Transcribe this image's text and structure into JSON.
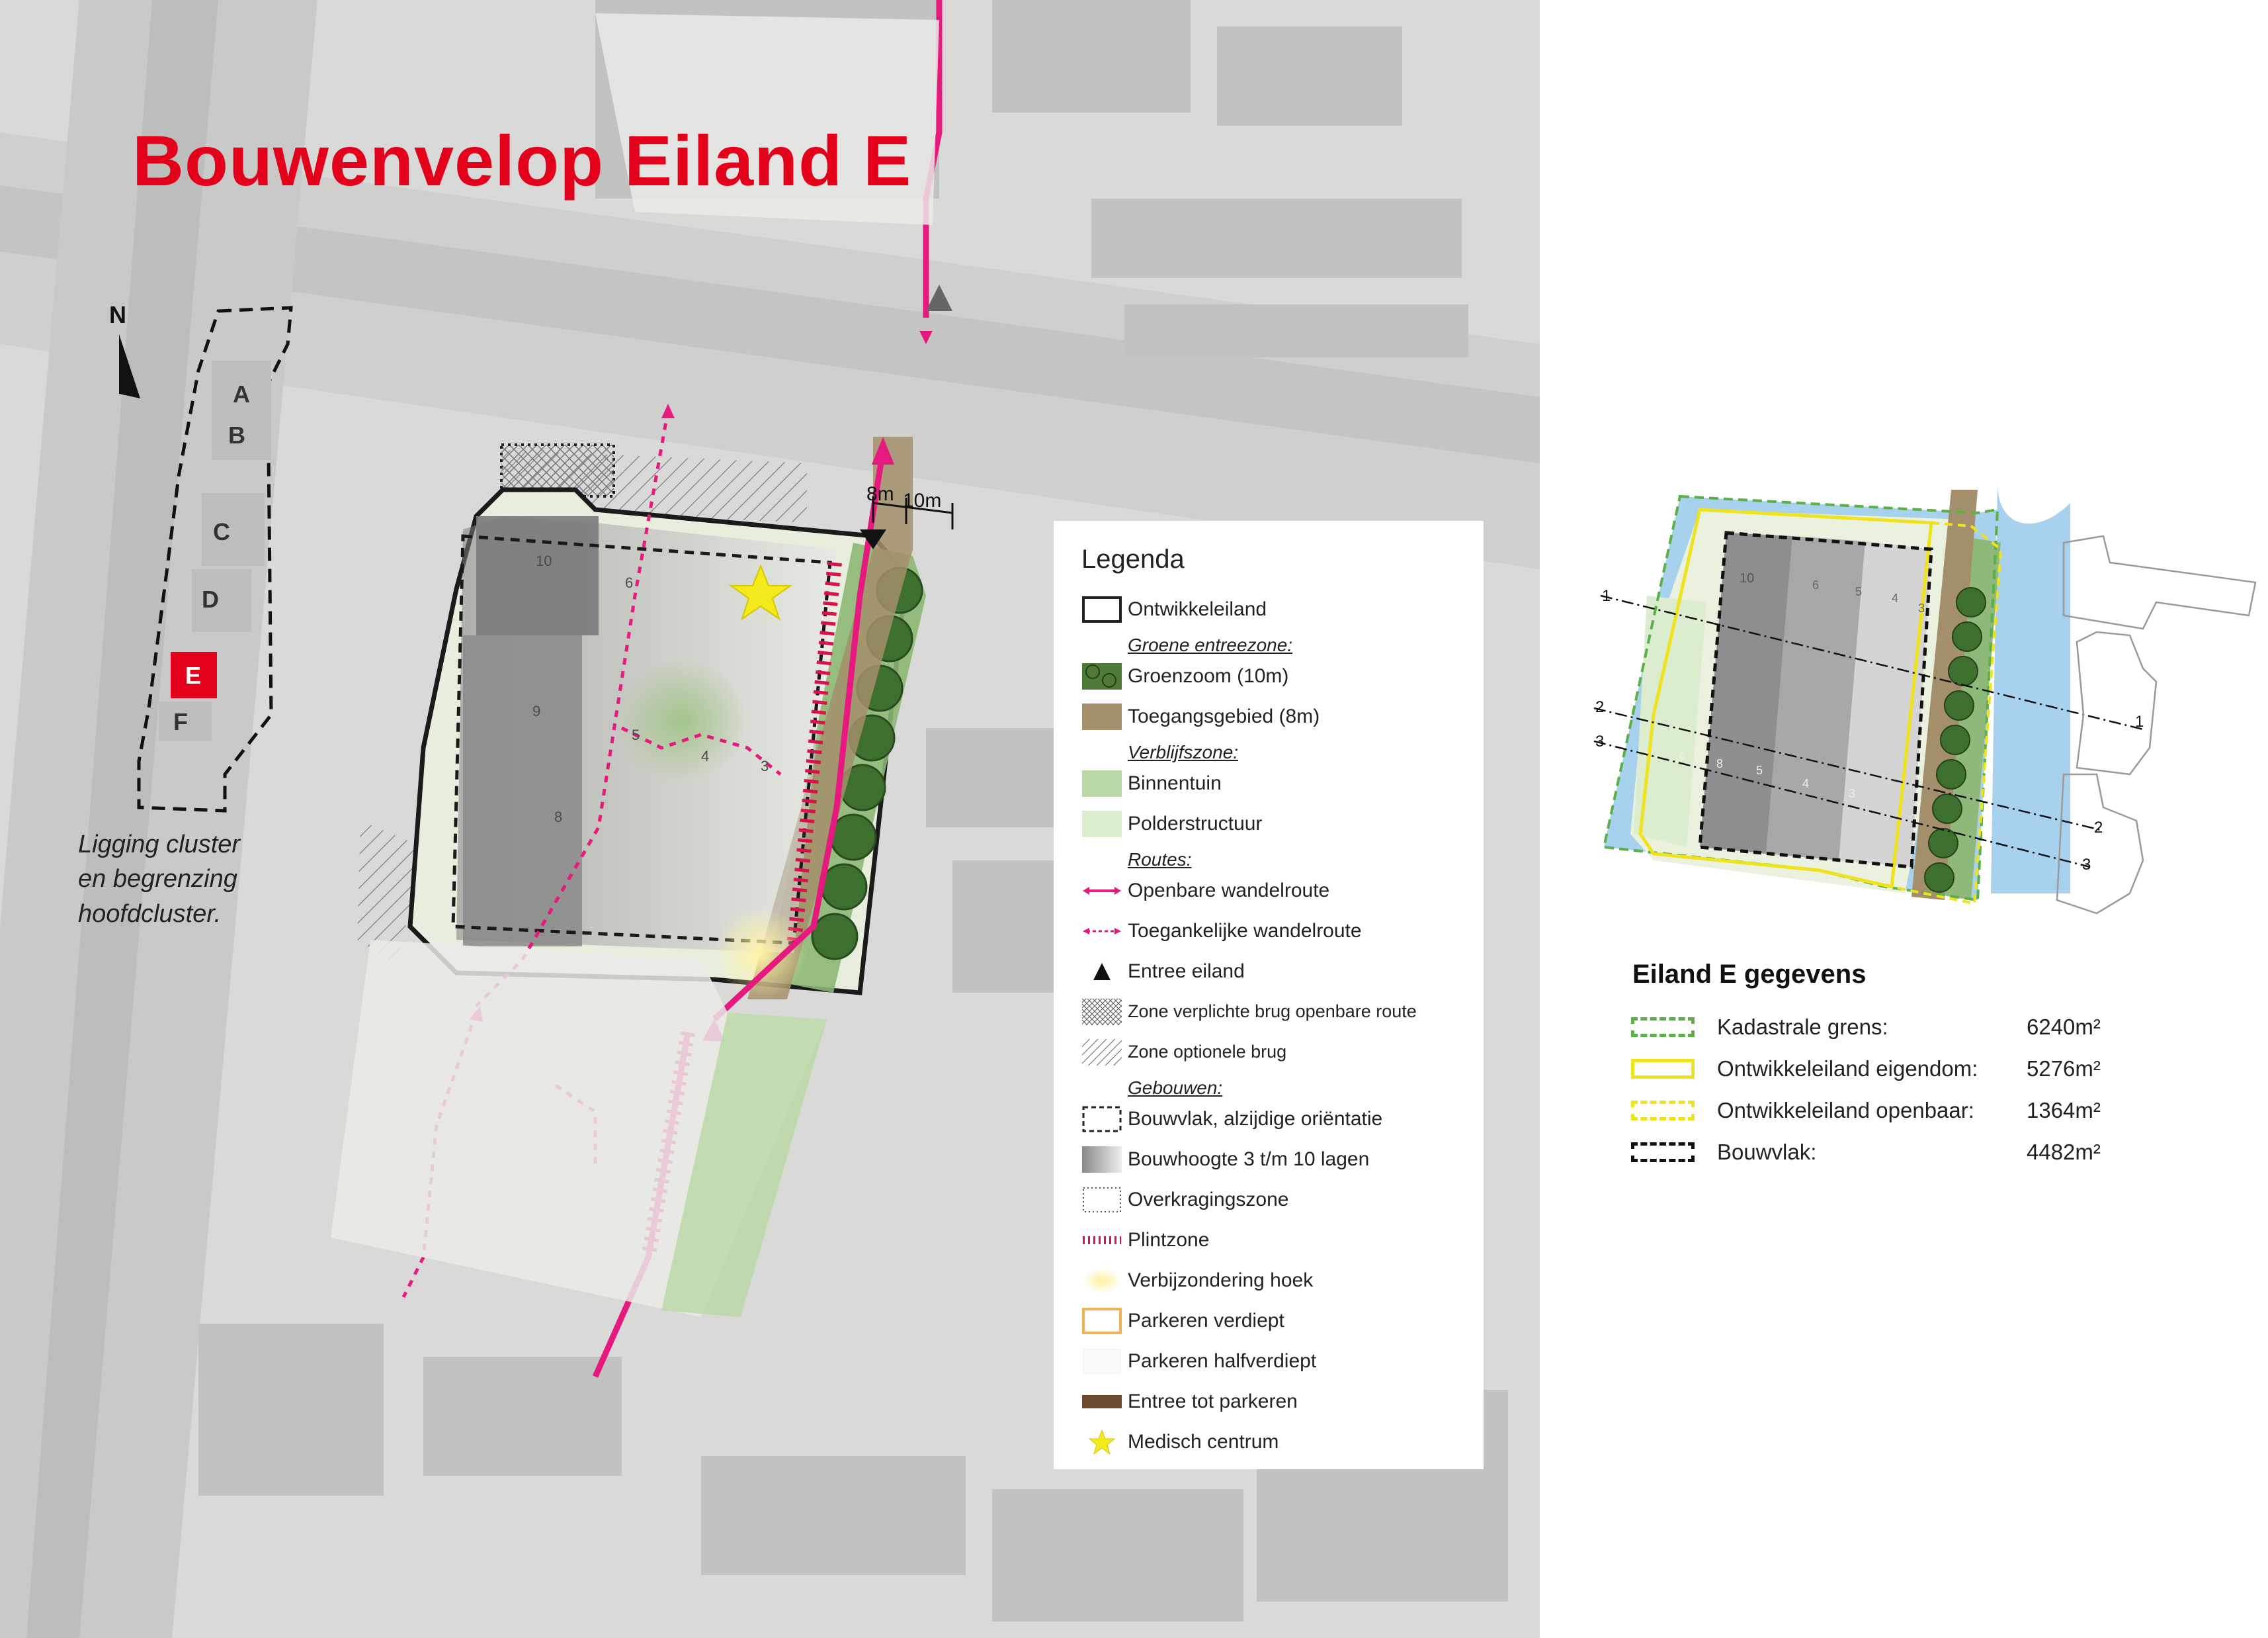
{
  "title": "Bouwenvelop Eiland E",
  "north_label": "N",
  "cluster_map": {
    "islands": [
      "A",
      "B",
      "C",
      "D",
      "E",
      "F"
    ],
    "active_island": "E",
    "caption": [
      "Ligging cluster",
      "en begrenzing",
      "hoofdcluster."
    ]
  },
  "dimensions": {
    "left": "8m",
    "right": "10m"
  },
  "building_numbers": [
    "10",
    "6",
    "9",
    "5",
    "4",
    "3",
    "8"
  ],
  "legend": {
    "title": "Legenda",
    "items": [
      {
        "type": "item",
        "label": "Ontwikkeleiland",
        "icon": "outline-box"
      },
      {
        "type": "subheading",
        "label": "Groene entreezone:"
      },
      {
        "type": "item",
        "label": "Groenzoom (10m)",
        "icon": "tree-swatch"
      },
      {
        "type": "item",
        "label": "Toegangsgebied (8m)",
        "icon": "access-swatch"
      },
      {
        "type": "subheading",
        "label": "Verblijfszone:"
      },
      {
        "type": "item",
        "label": "Binnentuin",
        "icon": "courtyard-swatch"
      },
      {
        "type": "item",
        "label": "Polderstructuur",
        "icon": "polder-swatch"
      },
      {
        "type": "subheading",
        "label": "Routes:"
      },
      {
        "type": "item",
        "label": "Openbare wandelroute",
        "icon": "public-route-arrow"
      },
      {
        "type": "item",
        "label": "Toegankelijke wandelroute",
        "icon": "accessible-route-arrow"
      },
      {
        "type": "item",
        "label": "Entree eiland",
        "icon": "entrance-triangle"
      },
      {
        "type": "item",
        "label": "Zone verplichte brug openbare route",
        "icon": "crosshatch-swatch",
        "small": true
      },
      {
        "type": "item",
        "label": "Zone optionele brug",
        "icon": "diagonal-hatch-swatch",
        "small": true
      },
      {
        "type": "subheading",
        "label": "Gebouwen:"
      },
      {
        "type": "item",
        "label": "Bouwvlak, alzijdige oriëntatie",
        "icon": "dashed-box"
      },
      {
        "type": "item",
        "label": "Bouwhoogte 3 t/m 10 lagen",
        "icon": "gradient-swatch"
      },
      {
        "type": "item",
        "label": "Overkragingszone",
        "icon": "dotted-box"
      },
      {
        "type": "item",
        "label": "Plintzone",
        "icon": "plinth-ticks"
      },
      {
        "type": "item",
        "label": "Verbijzondering hoek",
        "icon": "corner-glow"
      },
      {
        "type": "item",
        "label": "Parkeren verdiept",
        "icon": "orange-outline-box"
      },
      {
        "type": "item",
        "label": "Parkeren halfverdiept",
        "icon": "white-box"
      },
      {
        "type": "item",
        "label": "Entree tot parkeren",
        "icon": "brown-bar"
      },
      {
        "type": "item",
        "label": "Medisch centrum",
        "icon": "star-icon"
      }
    ]
  },
  "section_markers": [
    {
      "start": "1",
      "end": "1"
    },
    {
      "start": "2",
      "end": "2"
    },
    {
      "start": "3",
      "end": "3"
    }
  ],
  "data_table": {
    "title": "Eiland E gegevens",
    "rows": [
      {
        "label": "Kadastrale grens:",
        "value": "6240m²",
        "color": "#5bb04a",
        "style": "dashed"
      },
      {
        "label": "Ontwikkeleiland eigendom:",
        "value": "5276m²",
        "color": "#f0e21c",
        "style": "solid"
      },
      {
        "label": "Ontwikkeleiland openbaar:",
        "value": "1364m²",
        "color": "#f0e21c",
        "style": "dashed"
      },
      {
        "label": "Bouwvlak:",
        "value": "4482m²",
        "color": "#111111",
        "style": "dashed"
      }
    ]
  },
  "colors": {
    "accent_red": "#e3001b",
    "route_pink": "#e6197e",
    "green_zone": "#4f7a3a",
    "access_brown": "#a38f6b",
    "water_blue": "#a7d1ec",
    "courtyard_green": "#b9d8a5",
    "polder_green": "#dcedcf"
  }
}
